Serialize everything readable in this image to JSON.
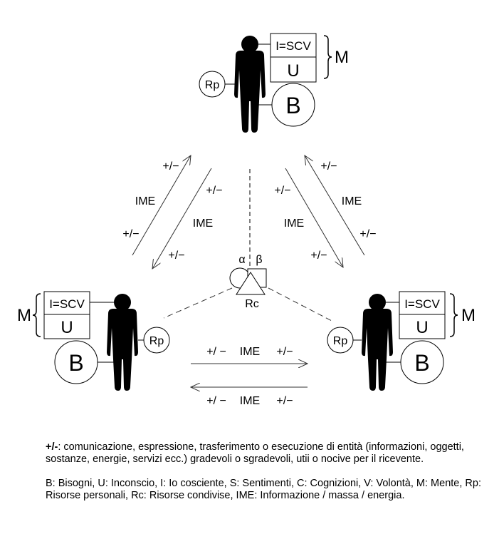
{
  "persons": {
    "top": {
      "box_top": "I=SCV",
      "box_bottom": "U",
      "mind": "M",
      "personal_resources": "Rp",
      "needs": "B"
    },
    "left": {
      "box_top": "I=SCV",
      "box_bottom": "U",
      "mind": "M",
      "personal_resources": "Rp",
      "needs": "B"
    },
    "right": {
      "box_top": "I=SCV",
      "box_bottom": "U",
      "mind": "M",
      "personal_resources": "Rp",
      "needs": "B"
    }
  },
  "arrows": {
    "top_left_outer": {
      "start": "+/−",
      "middle": "IME",
      "end": "+/−"
    },
    "top_left_inner": {
      "start": "+/−",
      "middle": "IME",
      "end": "+/−"
    },
    "top_right_inner": {
      "start": "+/−",
      "middle": "IME",
      "end": "+/−"
    },
    "top_right_outer": {
      "start": "+/−",
      "middle": "IME",
      "end": "+/−"
    },
    "bottom_right": {
      "start": "+/ −",
      "middle": "IME",
      "end": "+/−"
    },
    "bottom_left": {
      "start": "+/ −",
      "middle": "IME",
      "end": "+/−"
    }
  },
  "shared": {
    "alpha": "α",
    "beta": "β",
    "label": "Rc"
  },
  "legend": {
    "symbol": "+/-",
    "symbol_text": ": comunicazione, espressione, trasferimento o esecuzione di entità (informazioni, oggetti, sostanze, energie, servizi ecc.) gradevoli o sgradevoli, utii o nocive per il ricevente.",
    "abbreviations": "B: Bisogni,  U: Inconscio,  I: Io cosciente,  S: Sentimenti,   C: Cognizioni, V: Volontà,  M: Mente, Rp: Risorse personali,  Rc: Risorse condivise, IME: Informazione / massa / energia."
  }
}
